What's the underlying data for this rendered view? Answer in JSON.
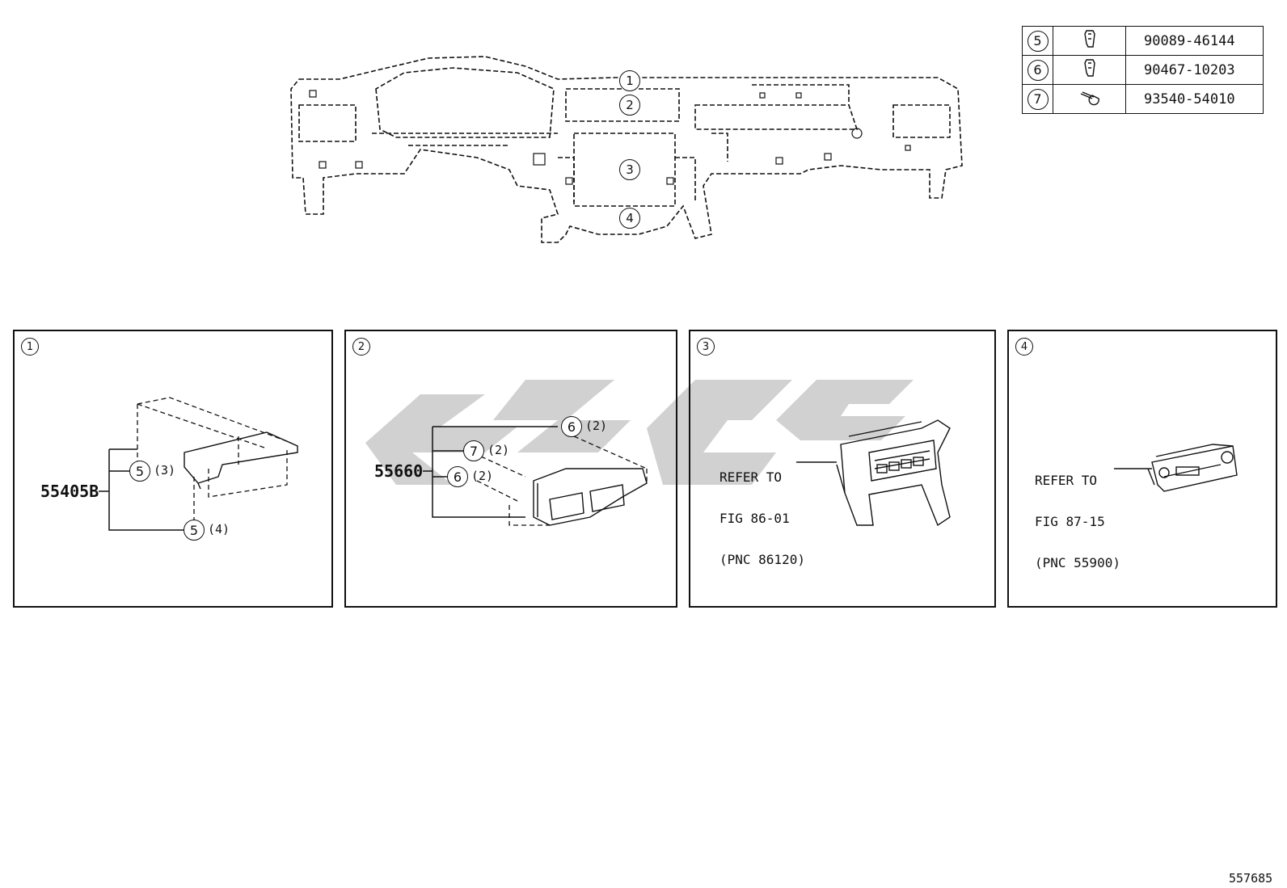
{
  "legend": {
    "rows": [
      {
        "key": "5",
        "part_number": "90089-46144",
        "icon": "clip-icon"
      },
      {
        "key": "6",
        "part_number": "90467-10203",
        "icon": "clip-icon"
      },
      {
        "key": "7",
        "part_number": "93540-54010",
        "icon": "screw-icon"
      }
    ]
  },
  "overview": {
    "callouts": [
      "1",
      "2",
      "3",
      "4"
    ]
  },
  "panels": [
    {
      "id": "1",
      "part_label": "55405B",
      "refs": [
        {
          "key": "5",
          "qty": "(3)"
        },
        {
          "key": "5",
          "qty": "(4)"
        }
      ]
    },
    {
      "id": "2",
      "part_label": "55660",
      "refs": [
        {
          "key": "6",
          "qty": "(2)"
        },
        {
          "key": "7",
          "qty": "(2)"
        },
        {
          "key": "6",
          "qty": "(2)"
        }
      ]
    },
    {
      "id": "3",
      "refer": [
        "REFER TO",
        "FIG 86-01",
        "(PNC 86120)"
      ]
    },
    {
      "id": "4",
      "refer": [
        "REFER TO",
        "FIG 87-15",
        "(PNC 55900)"
      ]
    }
  ],
  "figure_number": "557685",
  "colors": {
    "line": "#111111",
    "watermark": "#c8c8c8"
  }
}
